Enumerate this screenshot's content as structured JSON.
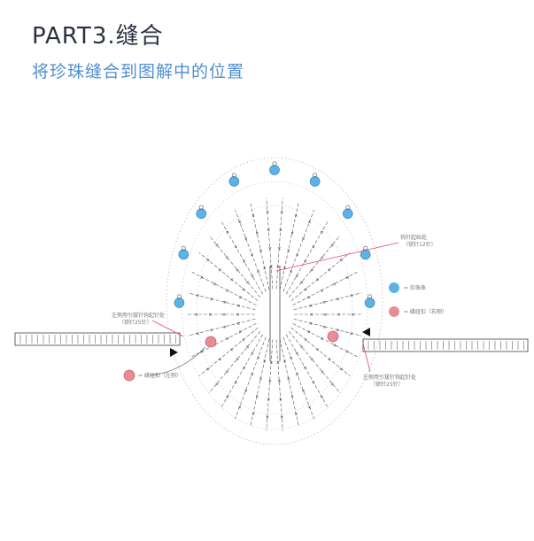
{
  "header": {
    "part_title": "PART3.缝合",
    "subtitle": "将珍珠缝合到图解中的位置"
  },
  "legend": {
    "items": [
      {
        "icon": "blue-bead-icon",
        "color": "#5bb2e6",
        "label": "= 珍珠珠"
      },
      {
        "icon": "pink-button-icon",
        "color": "#e88c96",
        "label": "= 缝纽扣（右侧）"
      }
    ]
  },
  "callouts": {
    "top_right_line1": "钩针起始处",
    "top_right_line2": "（锁针12针）",
    "left_line1": "左侧用引拔针钩起针处",
    "left_line2": "（锁针25针）",
    "bottom_left": "= 缝纽扣（左侧）",
    "bottom_right_line1": "左侧用引拔针钩起针处",
    "bottom_right_line2": "（锁针25针）"
  },
  "colors": {
    "blue_bead": "#5bb2e6",
    "pink_button": "#e88c96",
    "callout_pink": "#e0457a"
  }
}
